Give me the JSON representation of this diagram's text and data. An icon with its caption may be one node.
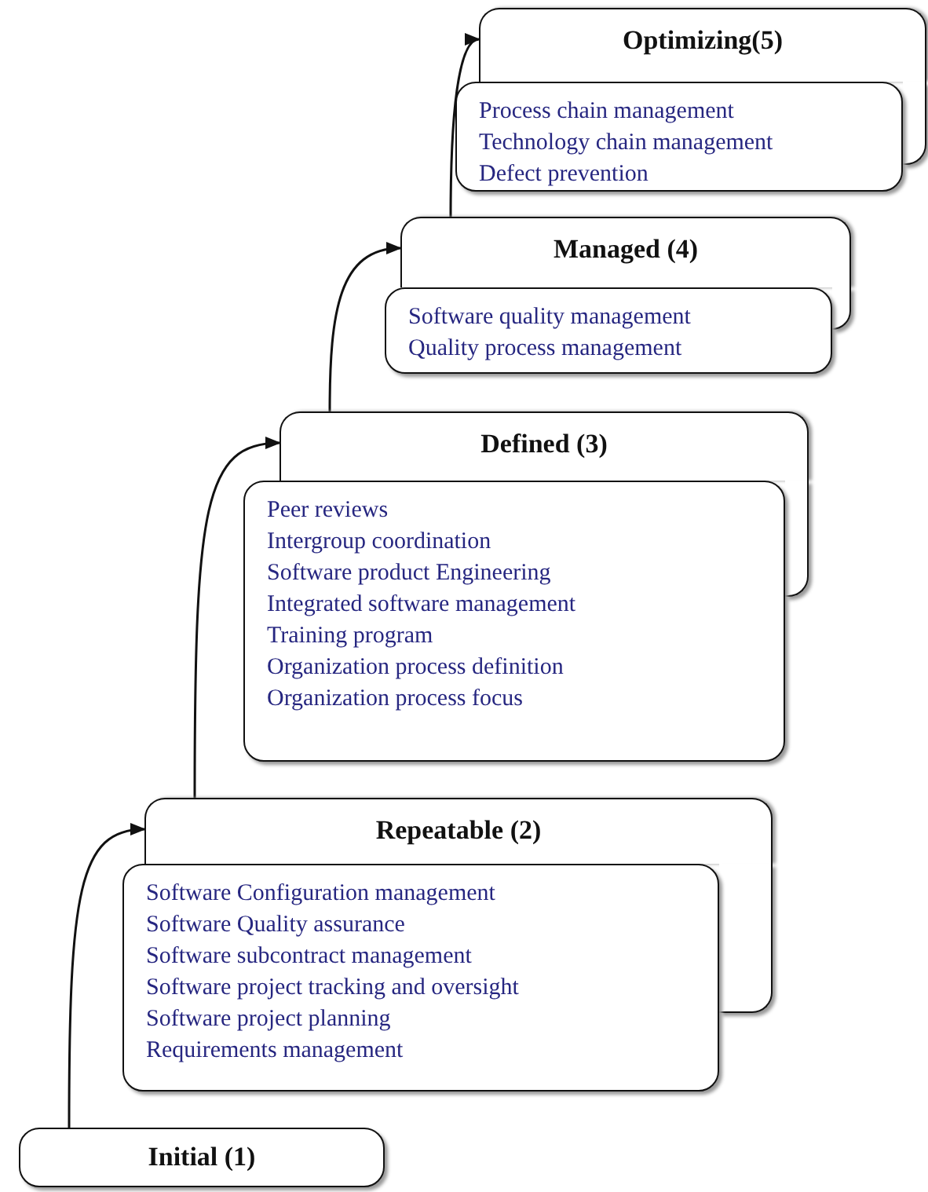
{
  "diagram": {
    "nodes": [
      {
        "text": [
          "Optimizing(5)"
        ]
      },
      {
        "text": [
          "Process chain management",
          "Technology chain management",
          "Defect prevention"
        ]
      },
      {
        "text": [
          "Managed (4)"
        ]
      },
      {
        "text": [
          "Software quality management",
          "Quality process management"
        ]
      },
      {
        "text": [
          "Defined (3)"
        ]
      },
      {
        "text": [
          "Peer reviews",
          "Intergroup coordination",
          "Software product Engineering",
          "Integrated software management",
          "Training program",
          "Organization process definition",
          "Organization process focus"
        ]
      },
      {
        "text": [
          "Repeatable (2)"
        ]
      },
      {
        "text": [
          "Software Configuration management",
          "Software Quality assurance",
          "Software subcontract management",
          "Software project tracking and oversight",
          "Software project planning",
          "Requirements management"
        ]
      },
      {
        "text": [
          "Initial (1)"
        ]
      }
    ],
    "edges": [
      {
        "from": 8,
        "to": 6,
        "arrow": "to"
      },
      {
        "from": 6,
        "to": 4,
        "arrow": "to"
      },
      {
        "from": 4,
        "to": 2,
        "arrow": "to"
      },
      {
        "from": 2,
        "to": 0,
        "arrow": "to"
      }
    ]
  }
}
